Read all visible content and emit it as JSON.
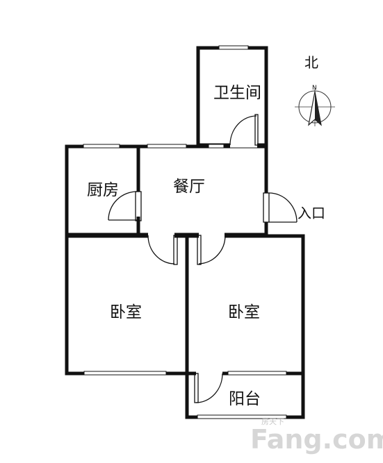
{
  "rooms": {
    "bathroom": "卫生间",
    "kitchen": "厨房",
    "dining": "餐厅",
    "bedroom_left": "卧室",
    "bedroom_right": "卧室",
    "balcony": "阳台"
  },
  "labels": {
    "entrance": "入口",
    "north": "北",
    "compass_n": "N"
  },
  "watermark": {
    "brand": "Fang.com",
    "tagline": "房天下"
  }
}
